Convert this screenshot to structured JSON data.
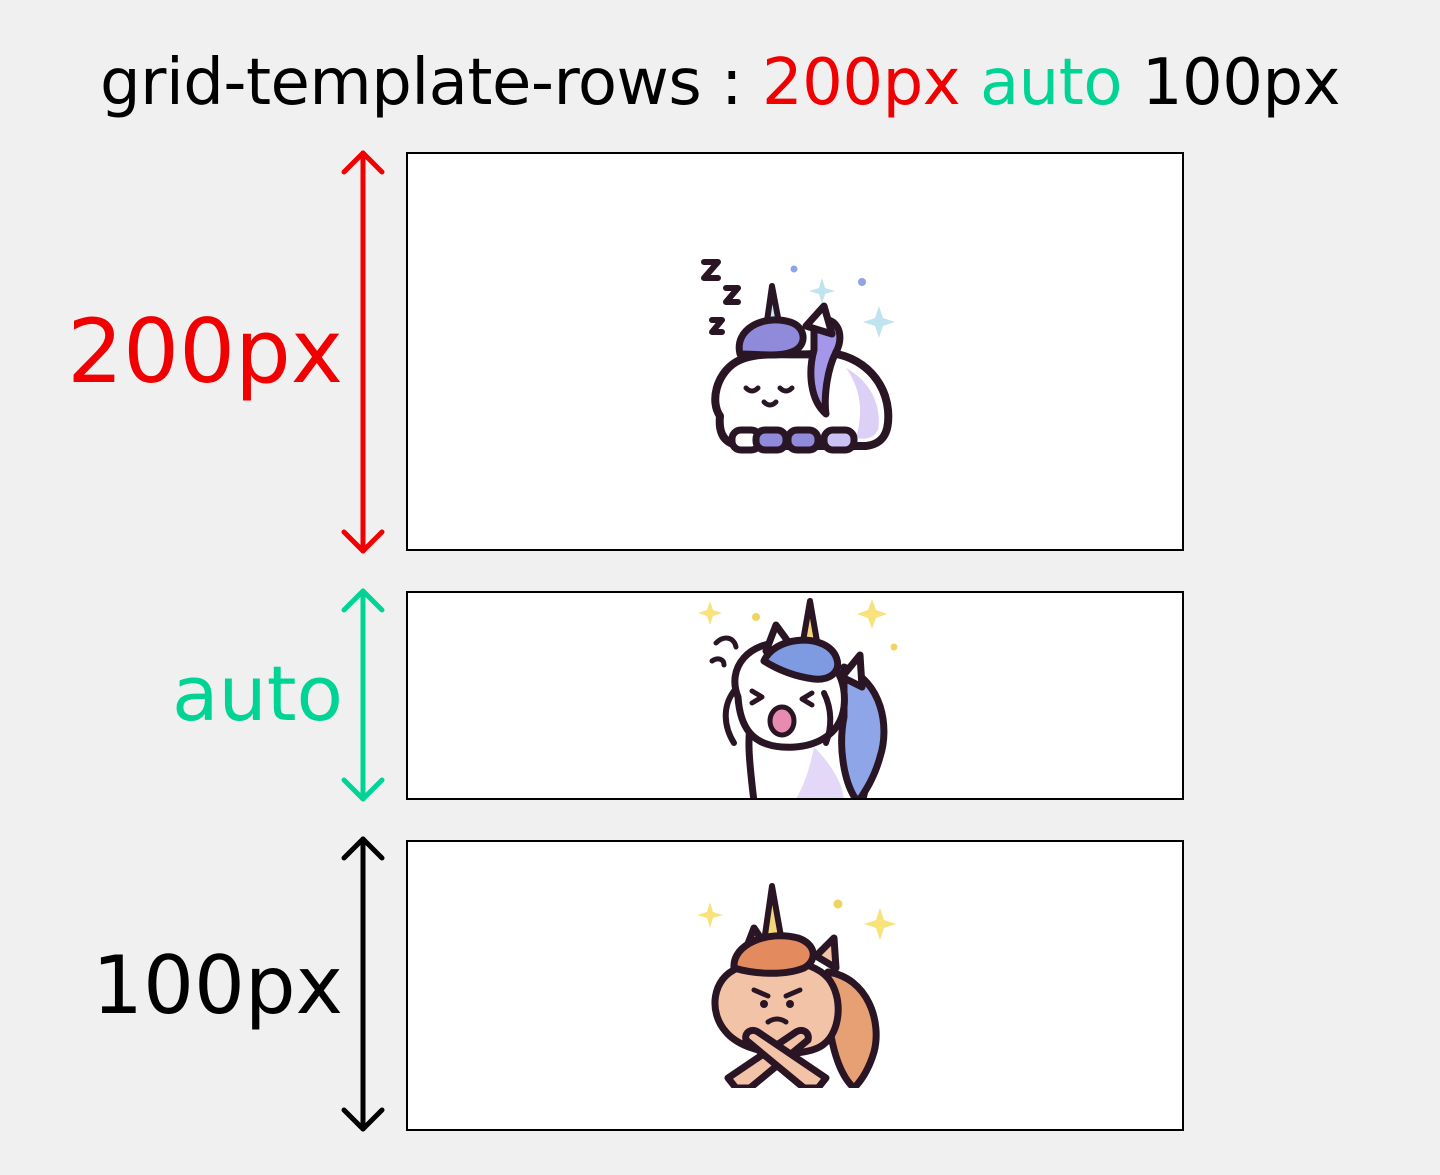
{
  "title": {
    "prefix": "grid-template-rows :",
    "values": [
      {
        "text": "200px",
        "color": "#f00000"
      },
      {
        "text": "auto",
        "color": "#00d495"
      },
      {
        "text": "100px",
        "color": "#000000"
      }
    ]
  },
  "rows": [
    {
      "label": "200px",
      "color": "#f00000",
      "illustration": "sleeping-unicorn-icon"
    },
    {
      "label": "auto",
      "color": "#00d495",
      "illustration": "crying-unicorn-icon"
    },
    {
      "label": "100px",
      "color": "#000000",
      "illustration": "angry-unicorn-icon"
    }
  ],
  "colors": {
    "background": "#f0f0f0",
    "box_fill": "#ffffff",
    "box_border": "#000000",
    "outline": "#2a1524"
  }
}
